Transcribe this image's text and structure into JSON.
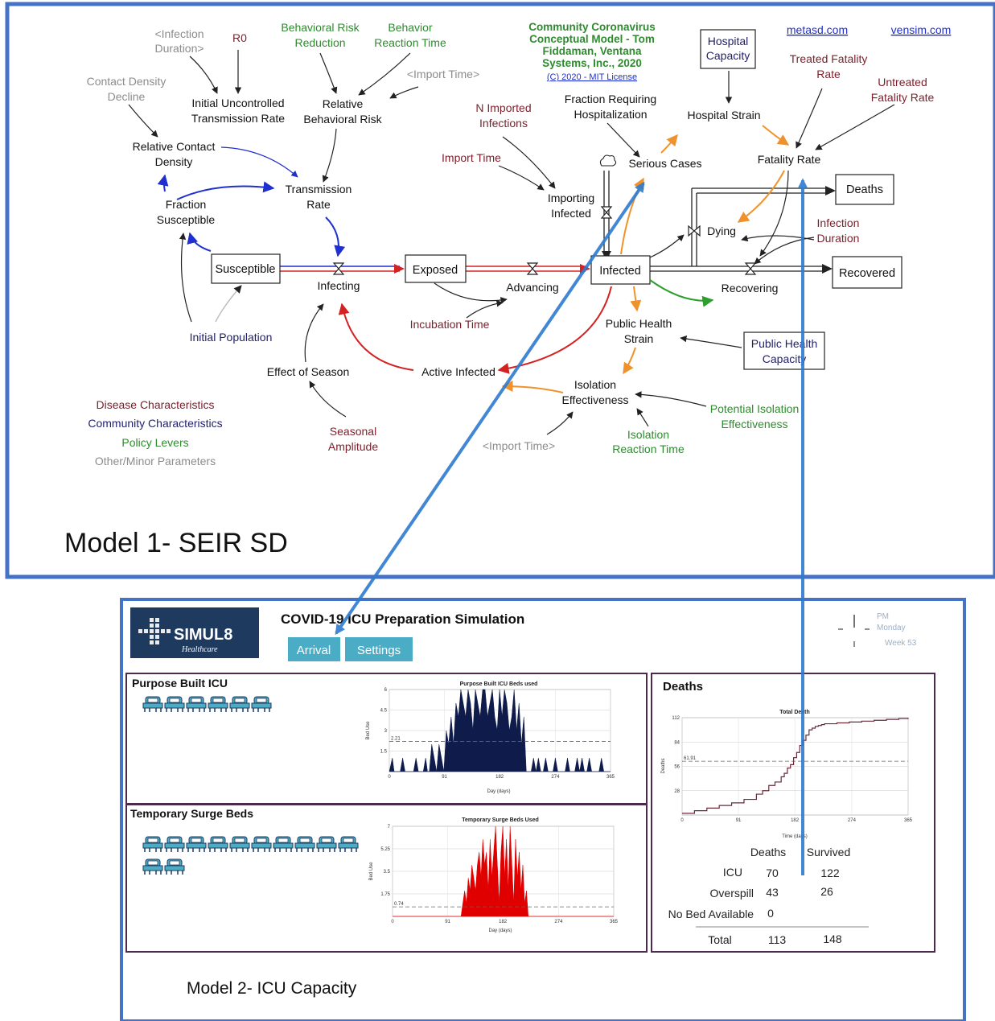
{
  "model1": {
    "caption": "Model 1- SEIR SD",
    "credit": {
      "lines": [
        "Community Coronavirus",
        "Conceptual Model - Tom",
        "Fiddaman, Ventana",
        "Systems, Inc., 2020"
      ],
      "license": "(C) 2020 - MIT License"
    },
    "links": {
      "metasd": "metasd.com",
      "vensim": "vensim.com"
    },
    "stocks": {
      "susceptible": "Susceptible",
      "exposed": "Exposed",
      "infected": "Infected",
      "deaths": "Deaths",
      "recovered": "Recovered"
    },
    "boxed_vars": {
      "hospital_capacity": [
        "Hospital",
        "Capacity"
      ],
      "public_health_capacity": [
        "Public Health",
        "Capacity"
      ]
    },
    "flows": {
      "infecting": "Infecting",
      "advancing": "Advancing",
      "dying": "Dying",
      "recovering": "Recovering",
      "importing_infected": [
        "Importing",
        "Infected"
      ]
    },
    "vars": {
      "infection_duration_shadow": [
        "<Infection",
        "Duration>"
      ],
      "r0": "R0",
      "behavioral_risk_reduction": [
        "Behavioral Risk",
        "Reduction"
      ],
      "behavior_reaction_time": [
        "Behavior",
        "Reaction Time"
      ],
      "import_time_shadow_top": "<Import Time>",
      "contact_density_decline": [
        "Contact Density",
        "Decline"
      ],
      "initial_uncontrolled_transmission_rate": [
        "Initial Uncontrolled",
        "Transmission Rate"
      ],
      "relative_behavioral_risk": [
        "Relative",
        "Behavioral Risk"
      ],
      "relative_contact_density": [
        "Relative Contact",
        "Density"
      ],
      "transmission_rate": [
        "Transmission",
        "Rate"
      ],
      "fraction_susceptible": [
        "Fraction",
        "Susceptible"
      ],
      "n_imported_infections": [
        "N Imported",
        "Infections"
      ],
      "import_time": "Import Time",
      "fraction_requiring_hospitalization": [
        "Fraction Requiring",
        "Hospitalization"
      ],
      "serious_cases": "Serious Cases",
      "hospital_strain": "Hospital Strain",
      "treated_fatality_rate": [
        "Treated Fatality",
        "Rate"
      ],
      "untreated_fatality_rate": [
        "Untreated",
        "Fatality Rate"
      ],
      "fatality_rate": "Fatality Rate",
      "infection_duration": [
        "Infection",
        "Duration"
      ],
      "incubation_time": "Incubation Time",
      "initial_population": "Initial Population",
      "public_health_strain": [
        "Public Health",
        "Strain"
      ],
      "effect_of_season": "Effect of Season",
      "active_infected": "Active Infected",
      "isolation_effectiveness": [
        "Isolation",
        "Effectiveness"
      ],
      "potential_isolation_effectiveness": [
        "Potential Isolation",
        "Effectiveness"
      ],
      "seasonal_amplitude": [
        "Seasonal",
        "Amplitude"
      ],
      "import_time_shadow_bottom": "<Import Time>",
      "isolation_reaction_time": [
        "Isolation",
        "Reaction Time"
      ]
    },
    "legend": [
      "Disease Characteristics",
      "Community Characteristics",
      "Policy Levers",
      "Other/Minor Parameters"
    ],
    "colors": {
      "frame": "#4472C4",
      "disease": "#7B1F2A",
      "community": "#1F1F6B",
      "policy": "#2E8B2E",
      "other": "#8C8C8C",
      "blue_link": "#1F2FD0",
      "red_link": "#D42222",
      "orange_link": "#F0922B",
      "green_link": "#2E9E2E"
    }
  },
  "model2": {
    "caption": "Model 2- ICU Capacity",
    "logo": {
      "name": "SIMUL8",
      "sub": "Healthcare"
    },
    "title": "COVID-19 ICU Preparation Simulation",
    "buttons": {
      "arrival": "Arrival",
      "settings": "Settings"
    },
    "clock": {
      "ampm": "PM",
      "day": "Monday",
      "week": "Week 53"
    },
    "icu_panel": {
      "title": "Purpose Built ICU",
      "bed_count": 6
    },
    "surge_panel": {
      "title": "Temporary Surge Beds",
      "bed_count": 12
    },
    "deaths_panel": {
      "title": "Deaths",
      "headers": [
        "Deaths",
        "Survived"
      ],
      "rows": [
        {
          "label": "ICU",
          "deaths": "70",
          "survived": "122"
        },
        {
          "label": "Overspill",
          "deaths": "43",
          "survived": "26"
        },
        {
          "label": "No Bed Available",
          "deaths": "0",
          "survived": ""
        }
      ],
      "total": {
        "label": "Total",
        "deaths": "113",
        "survived": "148"
      }
    },
    "colors": {
      "accent": "#4BACC6",
      "panel_border": "#4B2A4B",
      "icu_fill": "#0F1B4A",
      "surge_fill": "#E00000",
      "deaths_line": "#6B2A3A"
    }
  },
  "chart_data": [
    {
      "type": "area",
      "title": "Purpose Built ICU Beds used",
      "xlabel": "Day (days)",
      "ylabel": "Bed Use",
      "xlim": [
        0,
        365
      ],
      "ylim": [
        0,
        6
      ],
      "xticks": [
        "0",
        "91",
        "182",
        "274",
        "365"
      ],
      "yticks": [
        "1.5",
        "3",
        "4.5",
        "6"
      ],
      "mean_label": "2.21",
      "mean": 2.21,
      "x": [
        0,
        5,
        8,
        12,
        18,
        22,
        26,
        30,
        36,
        40,
        44,
        48,
        52,
        56,
        60,
        63,
        66,
        70,
        74,
        78,
        82,
        86,
        90,
        94,
        98,
        102,
        106,
        110,
        114,
        118,
        122,
        126,
        130,
        134,
        138,
        142,
        146,
        150,
        154,
        158,
        162,
        166,
        170,
        174,
        178,
        182,
        186,
        190,
        194,
        198,
        202,
        206,
        210,
        214,
        218,
        222,
        226,
        230,
        234,
        238,
        242,
        246,
        250,
        254,
        258,
        262,
        266,
        270,
        274,
        278,
        282,
        286,
        290,
        294,
        298,
        302,
        306,
        310,
        314,
        318,
        322,
        326,
        330,
        334,
        338,
        342,
        346,
        350,
        354,
        358,
        362,
        365
      ],
      "values": [
        0,
        1,
        0,
        0,
        0,
        1,
        0,
        0,
        0,
        0,
        1,
        0,
        0,
        0,
        1,
        0,
        0,
        2,
        1,
        0,
        2,
        1,
        0,
        3,
        2,
        4,
        2,
        5,
        4,
        6,
        5,
        4,
        6,
        5,
        3,
        6,
        5,
        4,
        6,
        6,
        4,
        5,
        6,
        4,
        3,
        6,
        4,
        6,
        5,
        3,
        4,
        6,
        3,
        5,
        2,
        4,
        0,
        0,
        0,
        1,
        0,
        1,
        0,
        0,
        1,
        0,
        0,
        0,
        1,
        0,
        0,
        0,
        0,
        1,
        0,
        0,
        0,
        1,
        0,
        1,
        0,
        0,
        1,
        0,
        0,
        0,
        0,
        1,
        0,
        0,
        0,
        0
      ]
    },
    {
      "type": "area",
      "title": "Temporary Surge Beds Used",
      "xlabel": "Day (days)",
      "ylabel": "Bed Use",
      "xlim": [
        0,
        365
      ],
      "ylim": [
        0,
        7
      ],
      "xticks": [
        "0",
        "91",
        "182",
        "274",
        "365"
      ],
      "yticks": [
        "1.75",
        "3.5",
        "5.25",
        "7"
      ],
      "mean_label": "0.74",
      "mean": 0.74,
      "x": [
        0,
        110,
        113,
        116,
        119,
        122,
        125,
        128,
        131,
        134,
        137,
        140,
        143,
        146,
        149,
        152,
        155,
        158,
        161,
        164,
        167,
        170,
        173,
        176,
        179,
        182,
        185,
        188,
        191,
        194,
        197,
        200,
        203,
        206,
        209,
        212,
        215,
        218,
        221,
        224,
        365
      ],
      "values": [
        0,
        0,
        0,
        1,
        2,
        1,
        3,
        2,
        4,
        3,
        2,
        4,
        5,
        3,
        6,
        4,
        5,
        2,
        6,
        3,
        5,
        7,
        4,
        1,
        5,
        7,
        3,
        6,
        2,
        7,
        4,
        1,
        6,
        3,
        5,
        2,
        4,
        1,
        2,
        0,
        0
      ]
    },
    {
      "type": "line",
      "title": "Total Death",
      "xlabel": "Time (days)",
      "ylabel": "Deaths",
      "xlim": [
        0,
        365
      ],
      "ylim": [
        0,
        112
      ],
      "xticks": [
        "0",
        "91",
        "182",
        "274",
        "365"
      ],
      "yticks": [
        "28",
        "56",
        "84",
        "112"
      ],
      "mean_label": "61.91",
      "mean": 61.91,
      "x": [
        0,
        20,
        40,
        60,
        80,
        100,
        120,
        130,
        140,
        150,
        160,
        165,
        170,
        175,
        180,
        185,
        190,
        195,
        200,
        205,
        210,
        215,
        220,
        225,
        230,
        250,
        270,
        290,
        310,
        330,
        350,
        365
      ],
      "values": [
        2,
        5,
        8,
        11,
        14,
        18,
        24,
        28,
        34,
        38,
        44,
        48,
        54,
        58,
        66,
        72,
        80,
        86,
        92,
        98,
        100,
        102,
        103,
        104,
        105,
        106,
        107,
        108,
        109,
        110,
        111,
        112
      ]
    }
  ]
}
